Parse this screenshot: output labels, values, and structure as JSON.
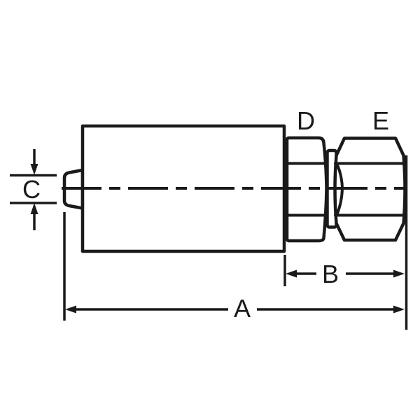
{
  "diagram": {
    "labels": {
      "a": "A",
      "b": "B",
      "c": "C",
      "d": "D",
      "e": "E"
    },
    "colors": {
      "line": "#1a1a1a",
      "background": "#ffffff"
    }
  }
}
